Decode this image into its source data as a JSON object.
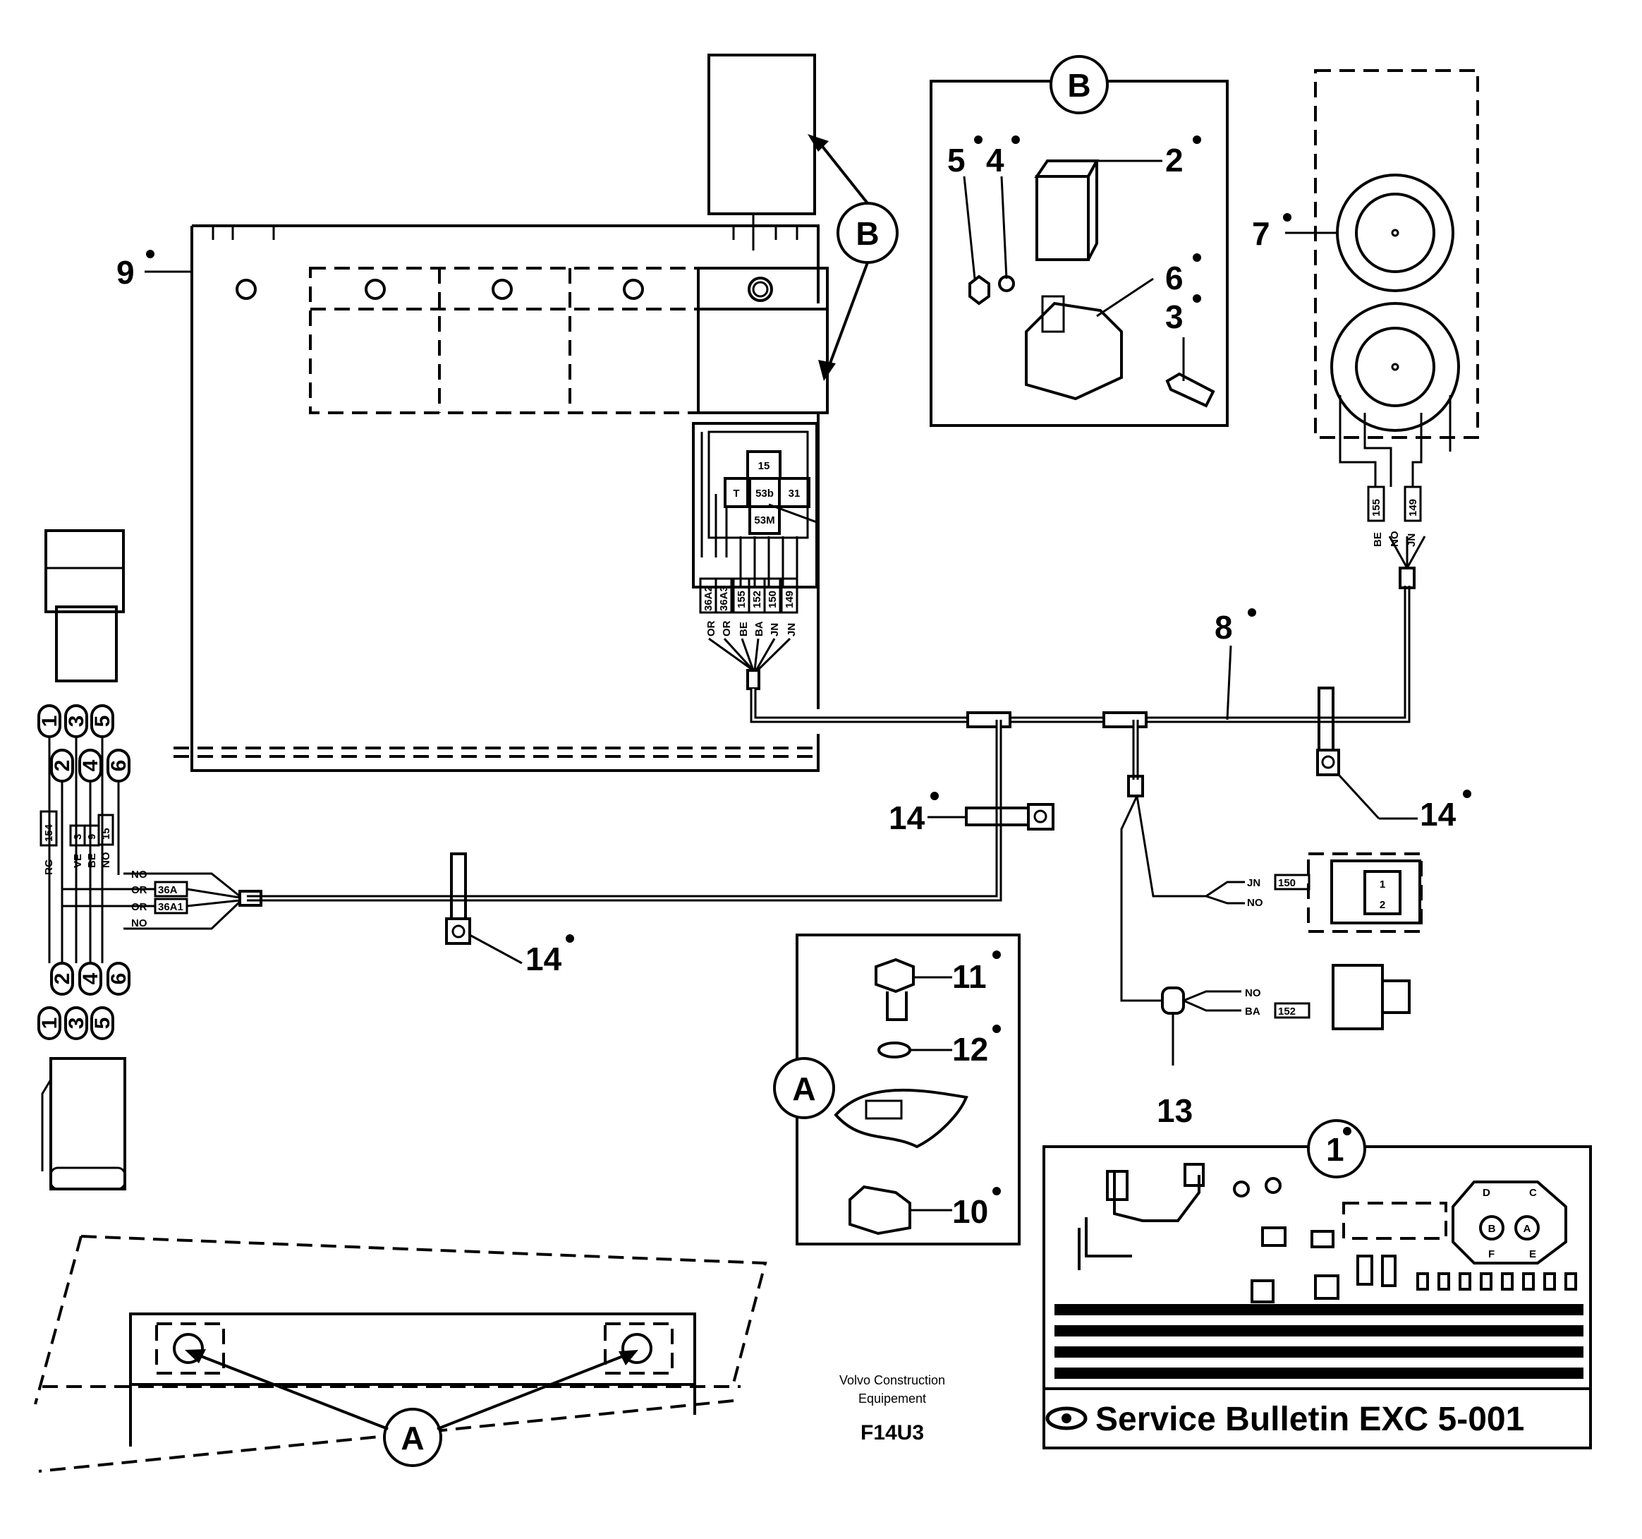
{
  "callouts": {
    "c1": "1",
    "c2": "2",
    "c3": "3",
    "c4": "4",
    "c5": "5",
    "c6": "6",
    "c7": "7",
    "c8": "8",
    "c9": "9",
    "c10": "10",
    "c11": "11",
    "c12": "12",
    "c13": "13",
    "c14": "14"
  },
  "detail_labels": {
    "a": "A",
    "b": "B"
  },
  "relay_terminals": {
    "t15": "15",
    "tT": "T",
    "t53b": "53b",
    "t31": "31",
    "t53m": "53M"
  },
  "connector_codes": {
    "c36a2": "36A2",
    "c36a3": "36A3",
    "c155": "155",
    "c152": "152",
    "c150": "150",
    "c149": "149",
    "c154": "154",
    "c36a": "36A",
    "c36a1": "36A1",
    "c3": "3",
    "c9": "9",
    "c15": "15"
  },
  "wire_colors": {
    "or": "OR",
    "be": "BE",
    "ba": "BA",
    "jn": "JN",
    "no": "NO",
    "rg": "RG",
    "ve": "VE"
  },
  "switch_positions": [
    "1",
    "2",
    "3",
    "4",
    "5",
    "6"
  ],
  "sensor_pins": {
    "p1": "1",
    "p2": "2"
  },
  "valve_ports": {
    "a": "A",
    "b": "B",
    "c": "C",
    "d": "D",
    "e": "E",
    "f": "F"
  },
  "footer": {
    "manufacturer": "Volvo Construction",
    "manufacturer_line2": "Equipement",
    "figure_code": "F14U3"
  },
  "bulletin": {
    "eye_icon": "eye-icon",
    "text": "Service Bulletin EXC 5-001"
  }
}
